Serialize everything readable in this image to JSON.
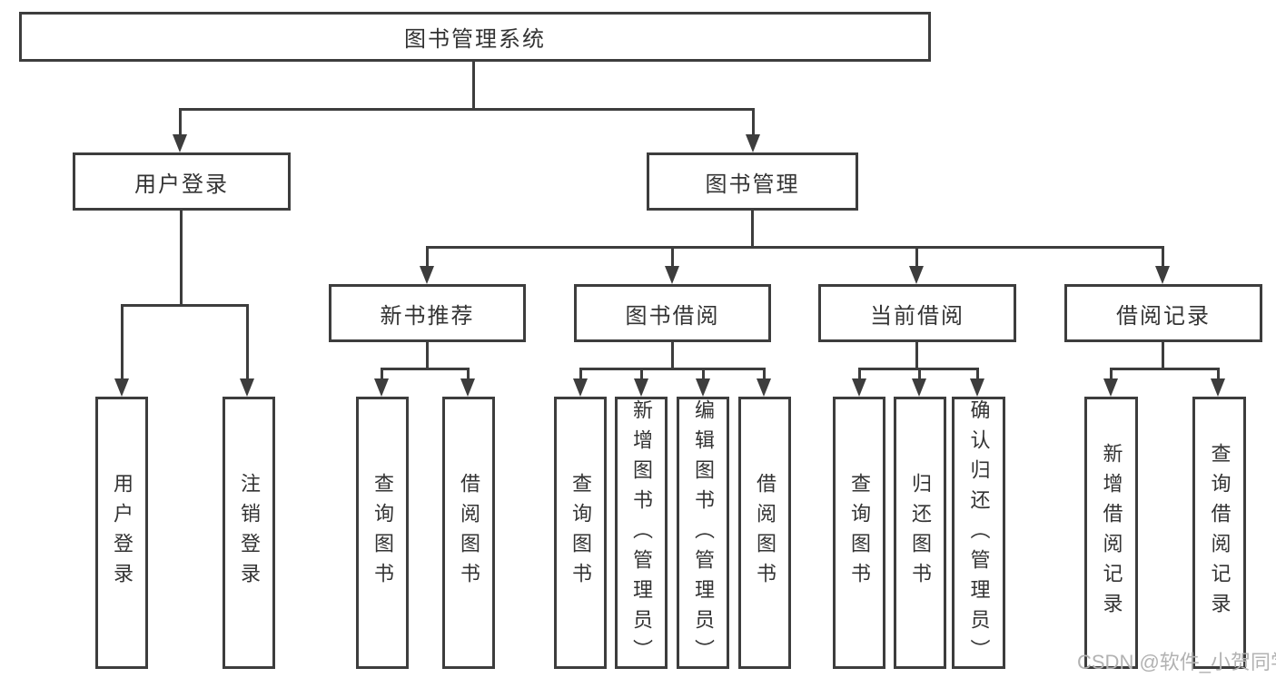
{
  "tree": {
    "label": "图书管理系统",
    "children": [
      {
        "label": "用户登录",
        "children": [
          {
            "label": "用户登录"
          },
          {
            "label": "注销登录"
          }
        ]
      },
      {
        "label": "图书管理",
        "children": [
          {
            "label": "新书推荐",
            "children": [
              {
                "label": "查询图书"
              },
              {
                "label": "借阅图书"
              }
            ]
          },
          {
            "label": "图书借阅",
            "children": [
              {
                "label": "查询图书"
              },
              {
                "label": "新增图书（管理员）"
              },
              {
                "label": "编辑图书（管理员）"
              },
              {
                "label": "借阅图书"
              }
            ]
          },
          {
            "label": "当前借阅",
            "children": [
              {
                "label": "查询图书"
              },
              {
                "label": "归还图书"
              },
              {
                "label": "确认归还（管理员）"
              }
            ]
          },
          {
            "label": "借阅记录",
            "children": [
              {
                "label": "新增借阅记录"
              },
              {
                "label": "查询借阅记录"
              }
            ]
          }
        ]
      }
    ]
  },
  "watermark": {
    "text": "CSDN @软件_小贺同学"
  },
  "colors": {
    "line": "#3d3d3d",
    "box_border": "#3d3d3d",
    "text": "#333333",
    "watermark": "#b2b2b2",
    "background": "#ffffff"
  }
}
